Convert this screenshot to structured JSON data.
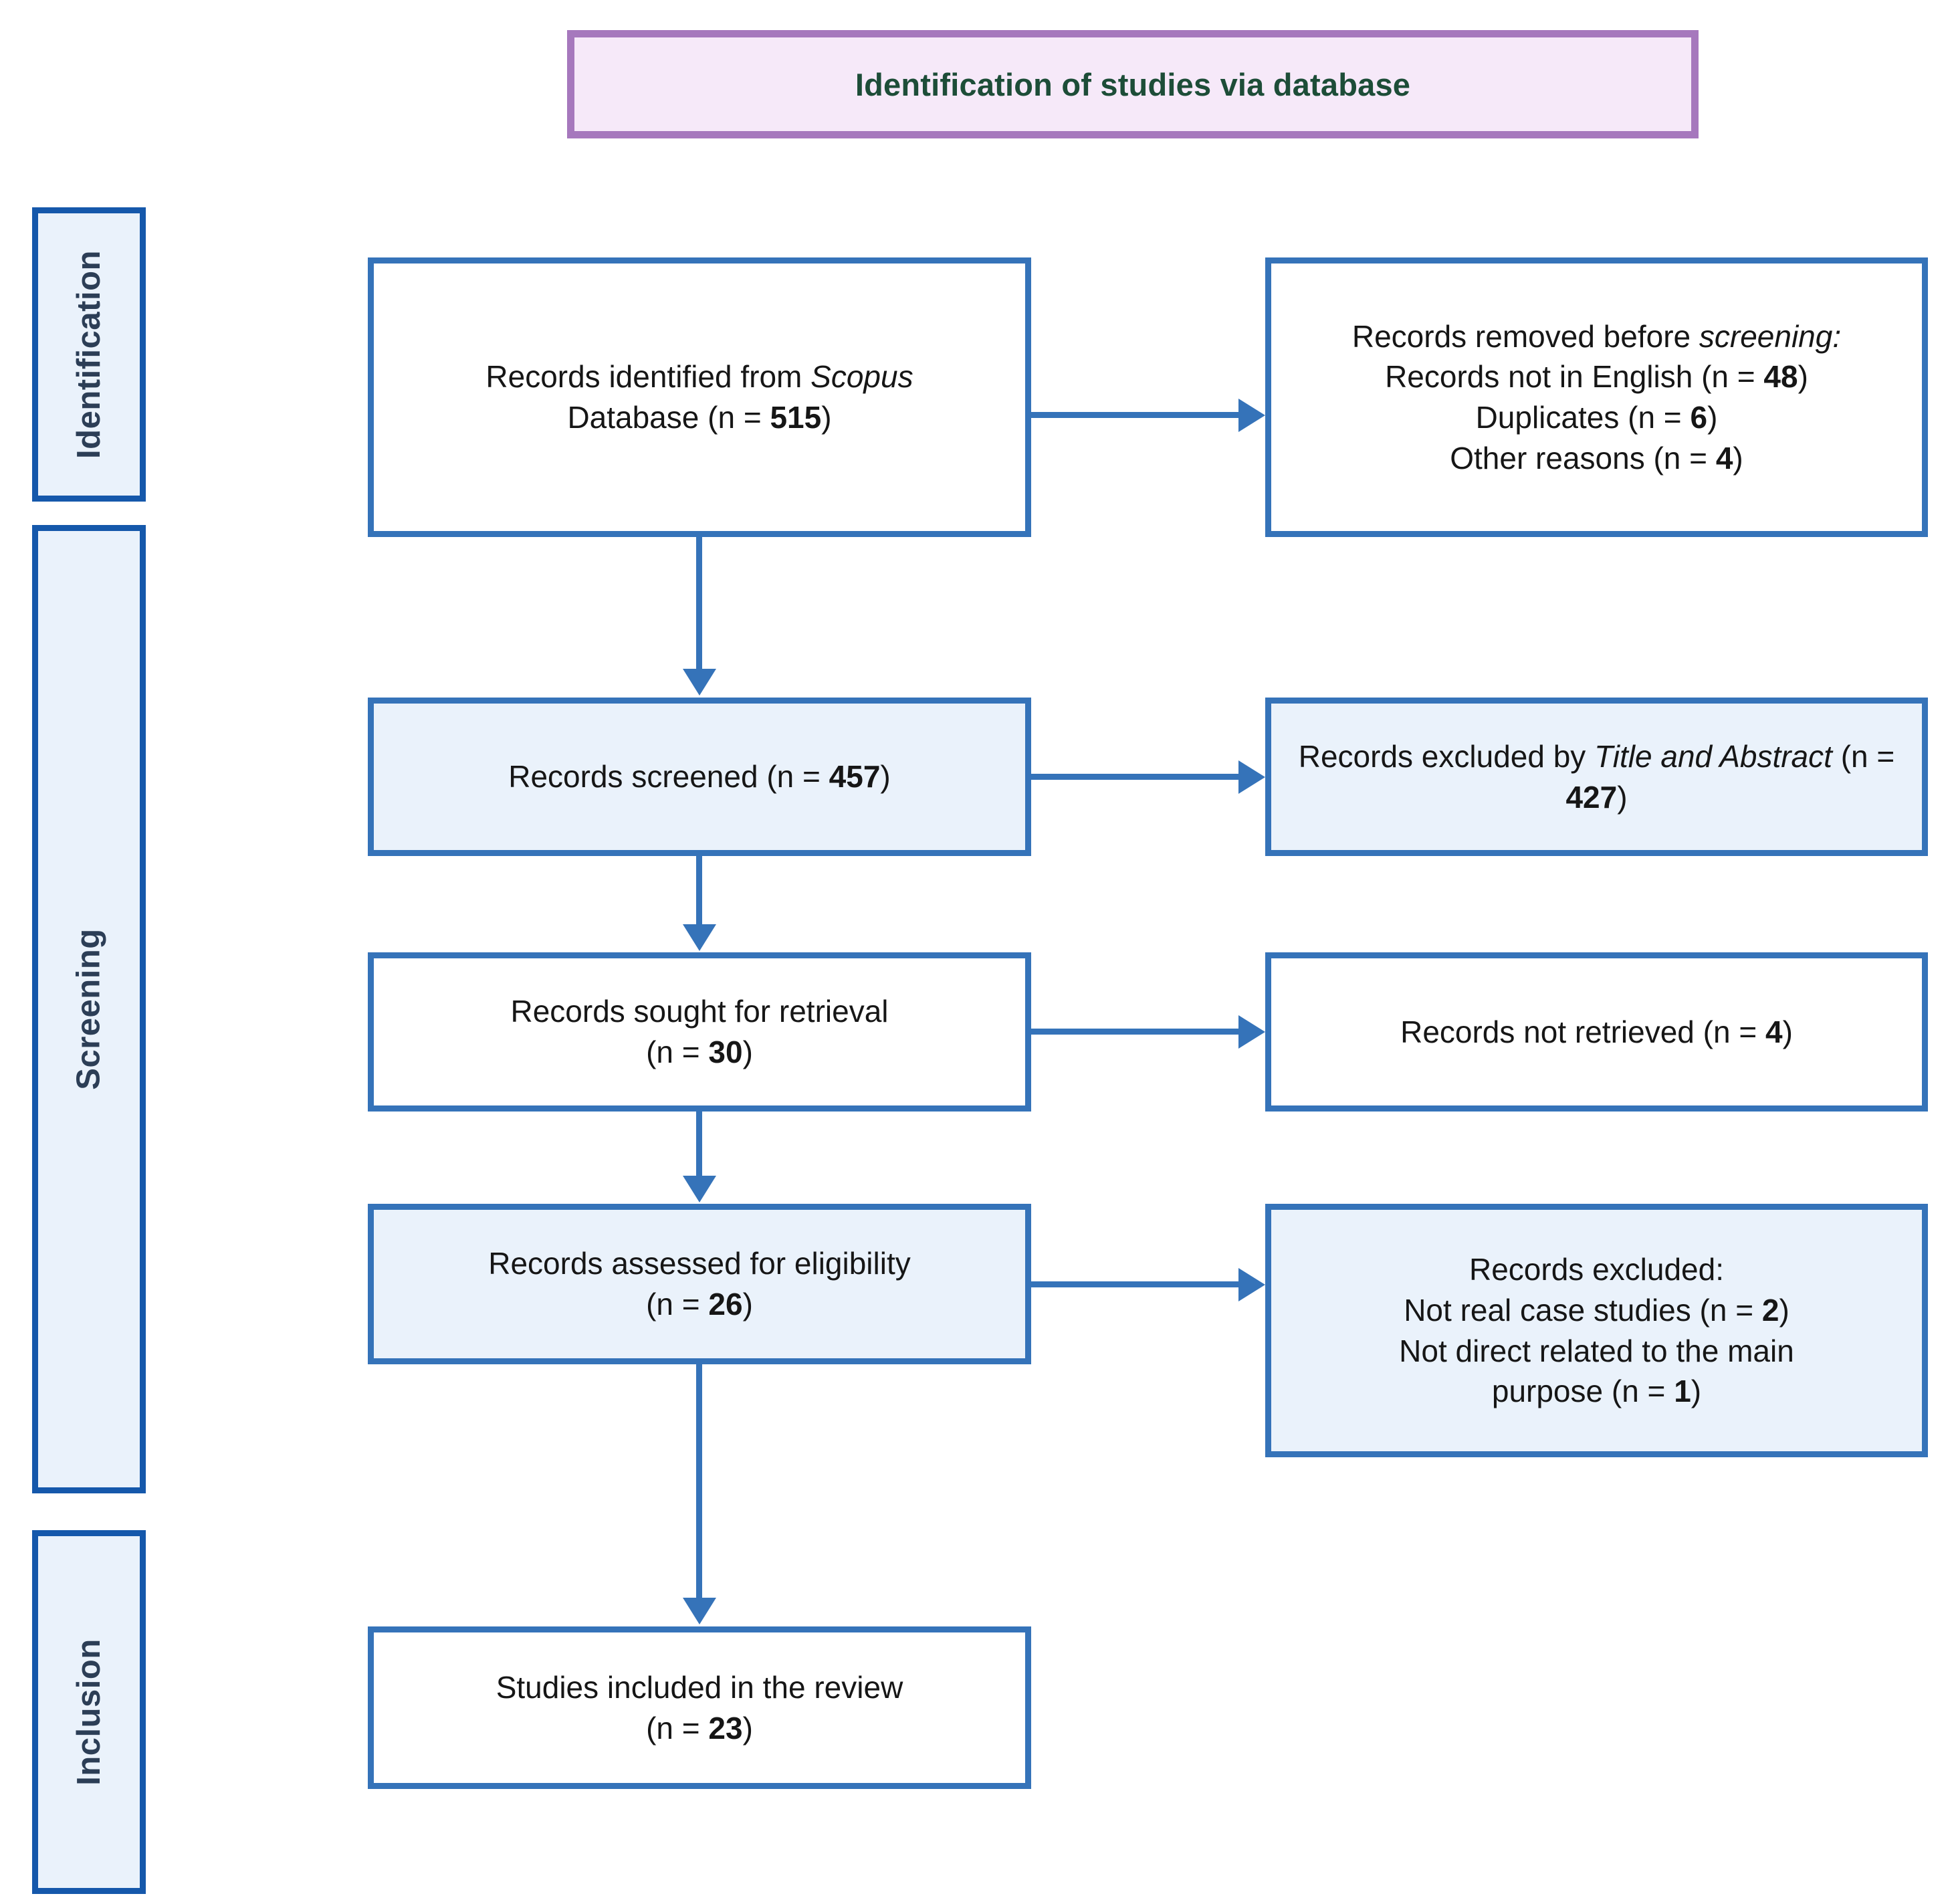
{
  "header": {
    "title": "Identification of studies via database",
    "fill": "#f6e9f9",
    "border": "#a678bd",
    "text_color": "#1d4d38"
  },
  "theme": {
    "box_border": "#3573b9",
    "box_tint": "#eaf2fb",
    "box_white": "#ffffff",
    "stage_border": "#1558ab",
    "stage_text": "#2c3e56",
    "connector": "#3573b9"
  },
  "stages": [
    {
      "id": "identification",
      "label": "Identification"
    },
    {
      "id": "screening",
      "label": "Screening"
    },
    {
      "id": "inclusion",
      "label": "Inclusion"
    }
  ],
  "boxes": {
    "identified": {
      "line1_a": "Records identified from ",
      "line1_em": "Scopus",
      "line2_a": "Database (n = ",
      "line2_n": "515",
      "line2_b": ")",
      "fill": "white"
    },
    "removed": {
      "line1_a": "Records removed before ",
      "line1_em": "screening:",
      "line2_a": "Records not in English (n = ",
      "line2_n": "48",
      "line2_b": ")",
      "line3_a": "Duplicates (n = ",
      "line3_n": "6",
      "line3_b": ")",
      "line4_a": "Other reasons (n = ",
      "line4_n": "4",
      "line4_b": ")",
      "fill": "white"
    },
    "screened": {
      "line1_a": "Records screened (n = ",
      "line1_n": "457",
      "line1_b": ")",
      "fill": "tint"
    },
    "excluded_ta": {
      "line1_a": "Records excluded by ",
      "line1_em": "Title and Abstract",
      "line1_b": " (n = ",
      "line1_n": "427",
      "line1_c": ")",
      "fill": "tint"
    },
    "sought": {
      "line1": "Records sought for retrieval",
      "line2_a": "(n = ",
      "line2_n": "30",
      "line2_b": ")",
      "fill": "white"
    },
    "not_retrieved": {
      "line1_a": "Records not retrieved (n = ",
      "line1_n": "4",
      "line1_b": ")",
      "fill": "white"
    },
    "assessed": {
      "line1": "Records assessed for eligibility",
      "line2_a": "(n = ",
      "line2_n": "26",
      "line2_b": ")",
      "fill": "tint"
    },
    "excluded_final": {
      "line1": "Records excluded:",
      "line2_a": "Not real case studies (n = ",
      "line2_n": "2",
      "line2_b": ")",
      "line3": "Not direct related to the main",
      "line4_a": "purpose (n = ",
      "line4_n": "1",
      "line4_b": ")",
      "fill": "tint"
    },
    "included": {
      "line1": "Studies included in the review",
      "line2_a": "(n = ",
      "line2_n": "23",
      "line2_b": ")",
      "fill": "white"
    }
  },
  "chart_data": {
    "type": "diagram",
    "title": "Identification of studies via database",
    "nodes": [
      {
        "id": "identified",
        "stage": "Identification",
        "label": "Records identified from Scopus Database",
        "n": 515
      },
      {
        "id": "removed",
        "stage": "Identification",
        "label": "Records removed before screening",
        "items": [
          {
            "label": "Records not in English",
            "n": 48
          },
          {
            "label": "Duplicates",
            "n": 6
          },
          {
            "label": "Other reasons",
            "n": 4
          }
        ]
      },
      {
        "id": "screened",
        "stage": "Screening",
        "label": "Records screened",
        "n": 457
      },
      {
        "id": "excluded_ta",
        "stage": "Screening",
        "label": "Records excluded by Title and Abstract",
        "n": 427
      },
      {
        "id": "sought",
        "stage": "Screening",
        "label": "Records sought for retrieval",
        "n": 30
      },
      {
        "id": "not_retrieved",
        "stage": "Screening",
        "label": "Records not retrieved",
        "n": 4
      },
      {
        "id": "assessed",
        "stage": "Screening",
        "label": "Records assessed for eligibility",
        "n": 26
      },
      {
        "id": "excluded_final",
        "stage": "Screening",
        "label": "Records excluded",
        "items": [
          {
            "label": "Not real case studies",
            "n": 2
          },
          {
            "label": "Not direct related to the main purpose",
            "n": 1
          }
        ]
      },
      {
        "id": "included",
        "stage": "Inclusion",
        "label": "Studies included in the review",
        "n": 23
      }
    ],
    "edges": [
      {
        "from": "identified",
        "to": "removed",
        "direction": "right"
      },
      {
        "from": "identified",
        "to": "screened",
        "direction": "down"
      },
      {
        "from": "screened",
        "to": "excluded_ta",
        "direction": "right"
      },
      {
        "from": "screened",
        "to": "sought",
        "direction": "down"
      },
      {
        "from": "sought",
        "to": "not_retrieved",
        "direction": "right"
      },
      {
        "from": "sought",
        "to": "assessed",
        "direction": "down"
      },
      {
        "from": "assessed",
        "to": "excluded_final",
        "direction": "right"
      },
      {
        "from": "assessed",
        "to": "included",
        "direction": "down"
      }
    ]
  }
}
